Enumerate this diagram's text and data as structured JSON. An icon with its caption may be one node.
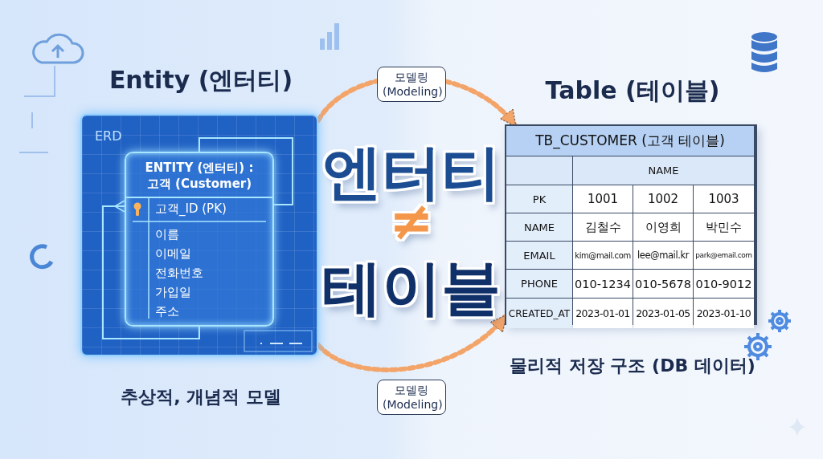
{
  "diagram": {
    "nodes": [
      {
        "text": [
          "Entity (엔터티)",
          "ERD"
        ],
        "beside": [
          "추상적, 개념적 모델"
        ]
      },
      {
        "text": [
          "ENTITY (엔터티) : 고객 (Customer)",
          "고객_ID (PK)",
          "이름",
          "이메일",
          "전화번호",
          "가입일",
          "주소"
        ],
        "in": 0
      },
      {
        "text": [
          "Table (테이블)",
          "TB_CUSTOMER (고객 테이블)"
        ],
        "beside": [
          "물리적 저장 구조 (DB 데이터)"
        ]
      }
    ],
    "edges": [
      {
        "from": 0,
        "to": 2,
        "arrow": "to",
        "label": "모델링 (Modeling)",
        "style": "dashed"
      },
      {
        "from": 0,
        "to": 2,
        "arrow": "to",
        "label": "모델링 (Modeling)",
        "style": "dashed"
      },
      {
        "from": 1,
        "to": 1,
        "arrow": "none",
        "color": "#a8e6ff"
      },
      {
        "from": 1,
        "to": 1,
        "arrow": "other",
        "color": "#a8e6ff"
      }
    ],
    "labels": [
      "NAME",
      "PK",
      "1001",
      "1002",
      "1003",
      "NAME",
      "김철수",
      "이영희",
      "박민수",
      "EMAIL",
      "kim@mail.com",
      "lee@mail.kr",
      "park@email.com",
      "PHONE",
      "010-1234",
      "010-5678",
      "010-9012",
      "CREATED_AT",
      "2023-01-01",
      "2023-01-05",
      "2023-01-10",
      "엔터티",
      "≠",
      "테이블"
    ]
  }
}
